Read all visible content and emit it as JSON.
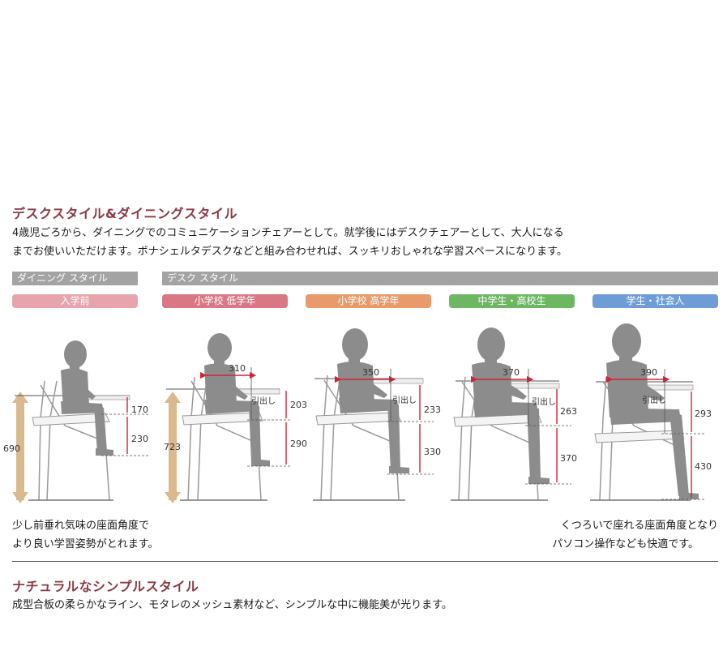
{
  "section1": {
    "title": "デスクスタイル&ダイニングスタイル",
    "text_line1": "4歳児ごろから、ダイニングでのコミュニケーションチェアーとして。就学後にはデスクチェアーとして、大人になる",
    "text_line2": "までお使いいただけます。ボナシェルタデスクなどと組み合わせれば、スッキリおしゃれな学習スペースになります。"
  },
  "categories": {
    "dining": "ダイニング スタイル",
    "desk": "デスク スタイル"
  },
  "stages": [
    {
      "label": "入学前",
      "color": "#e8a4ad"
    },
    {
      "label": "小学校 低学年",
      "color": "#d97785"
    },
    {
      "label": "小学校 高学年",
      "color": "#e89a6a"
    },
    {
      "label": "中学生・高校生",
      "color": "#6db763"
    },
    {
      "label": "学生・社会人",
      "color": "#6d9dd4"
    }
  ],
  "measurements": {
    "fig1": {
      "total": "690",
      "upper": "170",
      "lower": "230"
    },
    "fig2": {
      "total": "723",
      "depth": "310",
      "drawer": "引出し",
      "upper": "203",
      "lower": "290"
    },
    "fig3": {
      "depth": "350",
      "drawer": "引出し",
      "upper": "233",
      "lower": "330"
    },
    "fig4": {
      "depth": "370",
      "drawer": "引出し",
      "upper": "263",
      "lower": "370"
    },
    "fig5": {
      "depth": "390",
      "drawer": "引出し",
      "upper": "293",
      "lower": "430"
    }
  },
  "captions": {
    "left_line1": "少し前垂れ気味の座面角度で",
    "left_line2": "より良い学習姿勢がとれます。",
    "right_line1": "くつろいで座れる座面角度となり",
    "right_line2": "パソコン操作なども快適です。"
  },
  "section2": {
    "title": "ナチュラルなシンプルスタイル",
    "text": "成型合板の柔らかなライン、モタレのメッシュ素材など、シンプルな中に機能美が光ります。"
  },
  "colors": {
    "title": "#8b3a44",
    "silhouette": "#8c8c8c",
    "dimension": "#d4213a",
    "wood": "#d9b98d"
  }
}
